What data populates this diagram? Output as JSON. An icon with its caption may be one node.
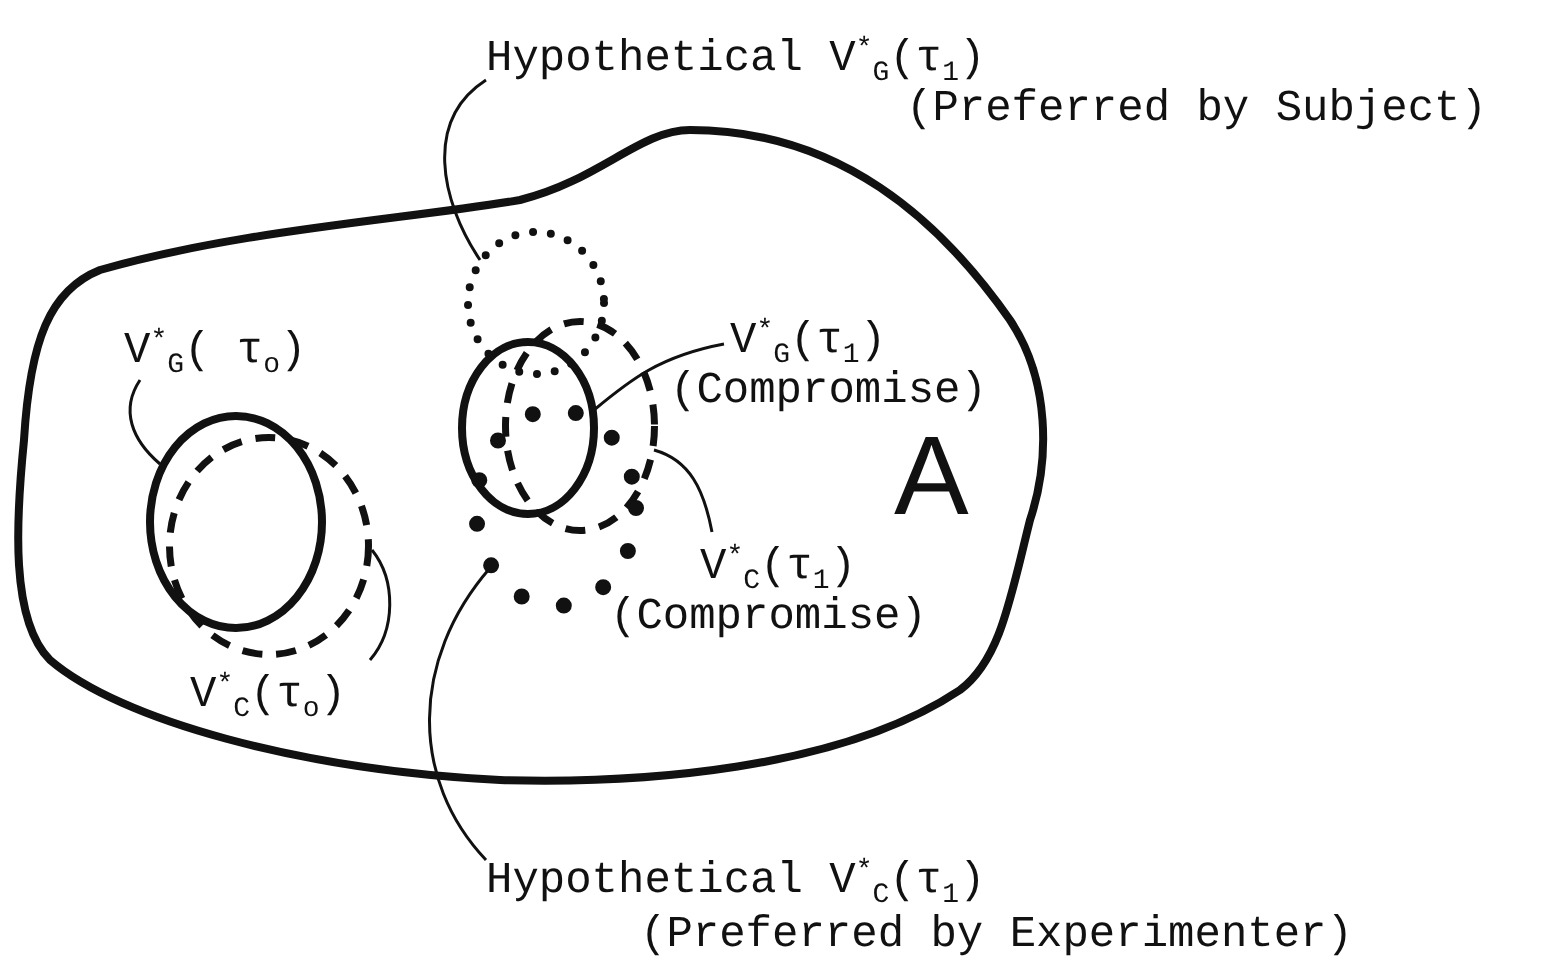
{
  "diagram": {
    "nodes": [
      {
        "text": [
          "A"
        ]
      },
      {
        "text": [],
        "shape": "circle",
        "in": 0
      },
      {
        "text": [],
        "shape": "circle",
        "in": 0
      },
      {
        "text": [],
        "shape": "circle",
        "in": 0
      },
      {
        "text": [],
        "shape": "circle",
        "in": 0
      },
      {
        "text": [],
        "shape": "circle",
        "in": 0
      },
      {
        "text": [],
        "shape": "circle",
        "in": 0
      },
      {
        "text": [
          "V$^{*}$$_{G}$( τ$_{o}$)"
        ],
        "in": 0
      },
      {
        "text": [
          "V$^{*}$$_{C}$(τ$_{o}$)"
        ],
        "in": 0
      },
      {
        "text": [
          "Hypothetical V$^{*}$$_{G}$(τ$_{1}$)",
          "(Preferred by Subject)"
        ]
      },
      {
        "text": [
          "V$^{*}$$_{G}$(τ$_{1}$)",
          "(Compromise)"
        ],
        "in": 0
      },
      {
        "text": [
          "V$^{*}$$_{C}$(τ$_{1}$)",
          "(Compromise)"
        ],
        "in": 0
      },
      {
        "text": [
          "Hypothetical V$^{*}$$_{C}$(τ$_{1}$)",
          "(Preferred by Experimenter)"
        ]
      }
    ],
    "edges": [
      {
        "from": 7,
        "to": 1,
        "arrow": "none"
      },
      {
        "from": 8,
        "to": 2,
        "arrow": "none"
      },
      {
        "from": 9,
        "to": 3,
        "arrow": "none"
      },
      {
        "from": 10,
        "to": 4,
        "arrow": "none"
      },
      {
        "from": 11,
        "to": 5,
        "arrow": "none"
      },
      {
        "from": 12,
        "to": 6,
        "arrow": "none"
      }
    ]
  }
}
